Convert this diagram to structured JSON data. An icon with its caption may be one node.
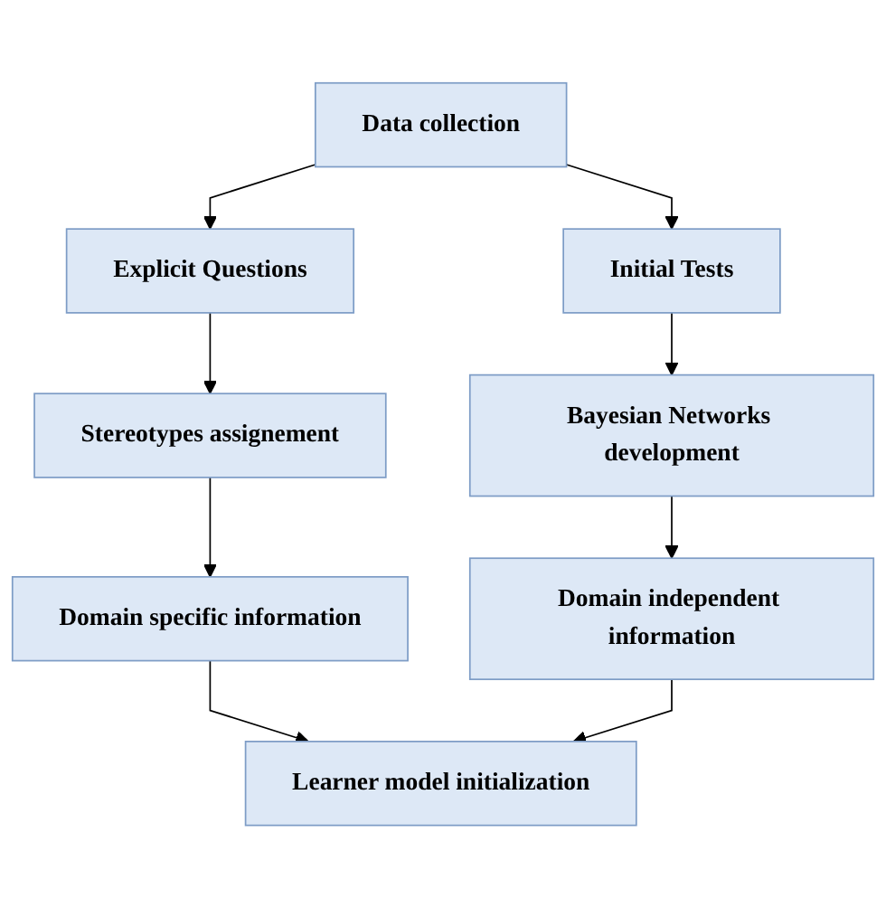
{
  "diagram": {
    "nodes": [
      {
        "text": [
          "Data collection"
        ]
      },
      {
        "text": [
          "Explicit Questions"
        ]
      },
      {
        "text": [
          "Initial Tests"
        ]
      },
      {
        "text": [
          "Stereotypes assignement"
        ]
      },
      {
        "text": [
          "Bayesian Networks development"
        ]
      },
      {
        "text": [
          "Domain specific information"
        ]
      },
      {
        "text": [
          "Domain independent information"
        ]
      },
      {
        "text": [
          "Learner model initialization"
        ]
      }
    ],
    "edges": [
      {
        "from": 0,
        "to": 1,
        "arrow": "to"
      },
      {
        "from": 0,
        "to": 2,
        "arrow": "to"
      },
      {
        "from": 1,
        "to": 3,
        "arrow": "to"
      },
      {
        "from": 2,
        "to": 4,
        "arrow": "to"
      },
      {
        "from": 3,
        "to": 5,
        "arrow": "to"
      },
      {
        "from": 4,
        "to": 6,
        "arrow": "to"
      },
      {
        "from": 5,
        "to": 7,
        "arrow": "to"
      },
      {
        "from": 6,
        "to": 7,
        "arrow": "to"
      }
    ]
  }
}
